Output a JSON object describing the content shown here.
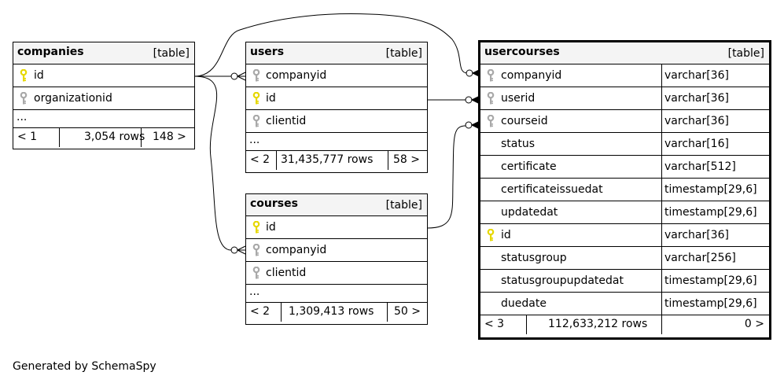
{
  "tables": {
    "companies": {
      "name": "companies",
      "kind": "[table]",
      "columns": [
        {
          "name": "id",
          "key": "primary"
        },
        {
          "name": "organizationid",
          "key": "foreign"
        }
      ],
      "ellipsis": "...",
      "footer": {
        "parents": "< 1",
        "rows": "3,054 rows",
        "children": "148 >"
      }
    },
    "users": {
      "name": "users",
      "kind": "[table]",
      "columns": [
        {
          "name": "companyid",
          "key": "foreign"
        },
        {
          "name": "id",
          "key": "primary"
        },
        {
          "name": "clientid",
          "key": "foreign"
        }
      ],
      "ellipsis": "...",
      "footer": {
        "parents": "< 2",
        "rows": "31,435,777 rows",
        "children": "58 >"
      }
    },
    "courses": {
      "name": "courses",
      "kind": "[table]",
      "columns": [
        {
          "name": "id",
          "key": "primary"
        },
        {
          "name": "companyid",
          "key": "foreign"
        },
        {
          "name": "clientid",
          "key": "foreign"
        }
      ],
      "ellipsis": "...",
      "footer": {
        "parents": "< 2",
        "rows": "1,309,413 rows",
        "children": "50 >"
      }
    },
    "usercourses": {
      "name": "usercourses",
      "kind": "[table]",
      "columns": [
        {
          "name": "companyid",
          "type": "varchar[36]",
          "key": "foreign"
        },
        {
          "name": "userid",
          "type": "varchar[36]",
          "key": "foreign"
        },
        {
          "name": "courseid",
          "type": "varchar[36]",
          "key": "foreign"
        },
        {
          "name": "status",
          "type": "varchar[16]",
          "key": "none"
        },
        {
          "name": "certificate",
          "type": "varchar[512]",
          "key": "none"
        },
        {
          "name": "certificateissuedat",
          "type": "timestamp[29,6]",
          "key": "none"
        },
        {
          "name": "updatedat",
          "type": "timestamp[29,6]",
          "key": "none"
        },
        {
          "name": "id",
          "type": "varchar[36]",
          "key": "primary"
        },
        {
          "name": "statusgroup",
          "type": "varchar[256]",
          "key": "none"
        },
        {
          "name": "statusgroupupdatedat",
          "type": "timestamp[29,6]",
          "key": "none"
        },
        {
          "name": "duedate",
          "type": "timestamp[29,6]",
          "key": "none"
        }
      ],
      "footer": {
        "parents": "< 3",
        "rows": "112,633,212 rows",
        "children": "0 >"
      }
    }
  },
  "caption": "Generated by SchemaSpy",
  "colors": {
    "primary_key": "#e6d800",
    "foreign_key": "#a9a9a9",
    "header_bg": "#f4f4f4"
  }
}
